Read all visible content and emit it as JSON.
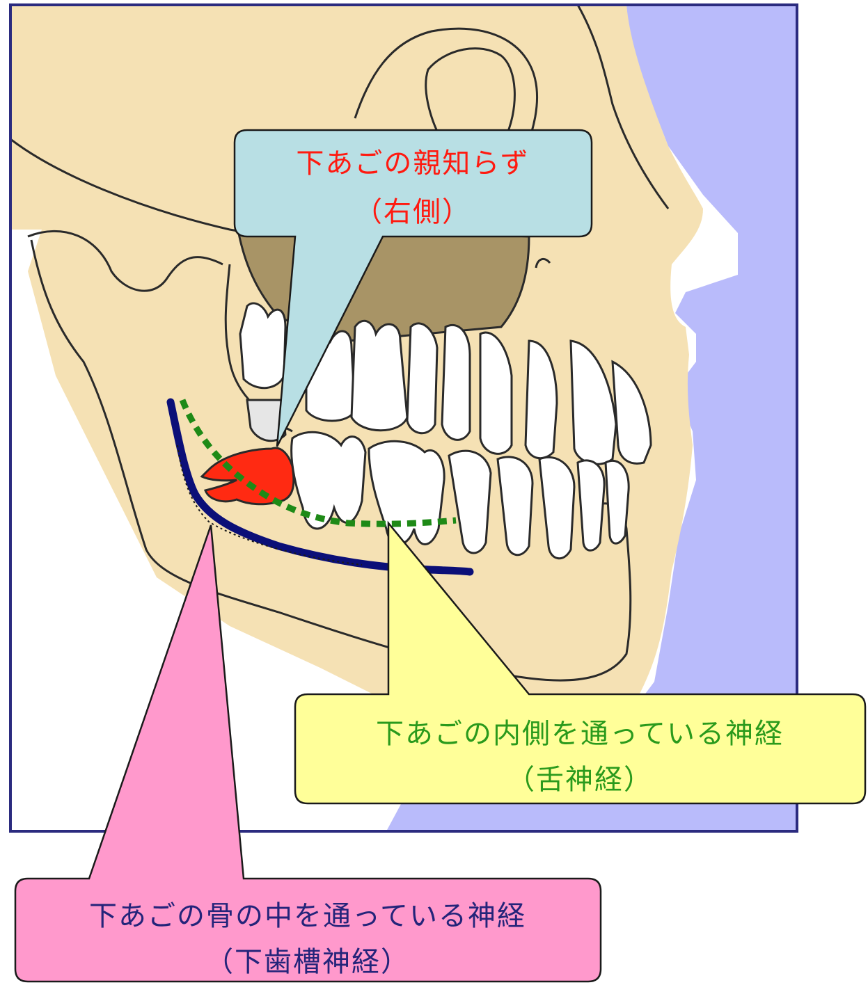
{
  "colors": {
    "frame": "#2b2b7f",
    "background_right": "#b9bbfb",
    "bone": "#f5e1b4",
    "skull_outline": "#2a2a2a",
    "nasal_cavity": "#a89466",
    "tooth_fill": "#ffffff",
    "wisdom_tooth": "#ff2a12",
    "inferior_alveolar_nerve": "#0b0f78",
    "lingual_nerve": "#1e8a17"
  },
  "callouts": {
    "wisdom_tooth": {
      "line1": "下あごの親知らず",
      "line2": "（右側）",
      "fill": "#b8dfe4",
      "text_color": "#ff1a10"
    },
    "lingual_nerve": {
      "line1": "下あごの内側を通っている神経",
      "line2": "（舌神経）",
      "fill": "#ffff99",
      "text_color": "#2a9a1c"
    },
    "inferior_alveolar_nerve": {
      "line1": "下あごの骨の中を通っている神経",
      "line2": "（下歯槽神経）",
      "fill": "#ff99cc",
      "text_color": "#24247a"
    }
  }
}
